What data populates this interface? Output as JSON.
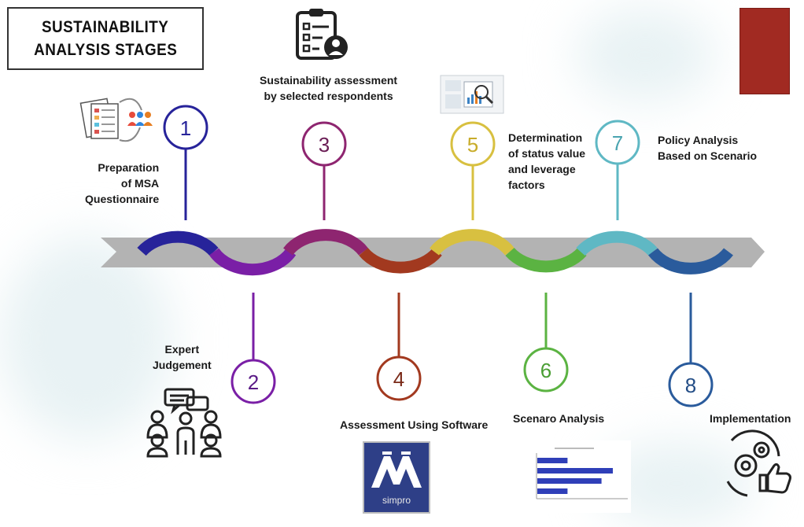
{
  "title": {
    "line1": "SUSTAINABILITY",
    "line2": "ANALYSIS STAGES"
  },
  "colors": {
    "arrow": "#b3b3b3",
    "stage1": "#27239a",
    "stage2": "#7a1fa6",
    "stage3": "#8e2570",
    "stage4": "#a2391f",
    "stage5": "#d8c040",
    "stage6": "#5bb342",
    "stage7": "#5fb8c4",
    "stage8": "#2a5b9c",
    "accent_square": "#a12a22"
  },
  "stages": [
    {
      "number": "1",
      "lines": [
        "Preparation",
        "of MSA",
        "Questionnaire"
      ]
    },
    {
      "number": "2",
      "lines": [
        "Expert",
        "Judgement"
      ]
    },
    {
      "number": "3",
      "lines": [
        "Sustainability assessment",
        "by selected respondents"
      ]
    },
    {
      "number": "4",
      "lines": [
        "Assessment Using Software"
      ]
    },
    {
      "number": "5",
      "lines": [
        "Determination",
        "of status value",
        "and leverage",
        "factors"
      ]
    },
    {
      "number": "6",
      "lines": [
        "Scenaro Analysis"
      ]
    },
    {
      "number": "7",
      "lines": [
        "Policy Analysis",
        "Based on Scenario"
      ]
    },
    {
      "number": "8",
      "lines": [
        "Implementation"
      ]
    }
  ],
  "icons": [
    "questionnaire-documents-icon",
    "expert-meeting-icon",
    "assessment-clipboard-icon",
    "software-logo-icon",
    "dashboard-screen-icon",
    "bar-chart-icon",
    "gears-thumbs-up-icon"
  ],
  "software_logo": {
    "text": "simpro"
  },
  "scenario_chart": {
    "type": "bar",
    "values": [
      4,
      10,
      8.5,
      4
    ]
  }
}
